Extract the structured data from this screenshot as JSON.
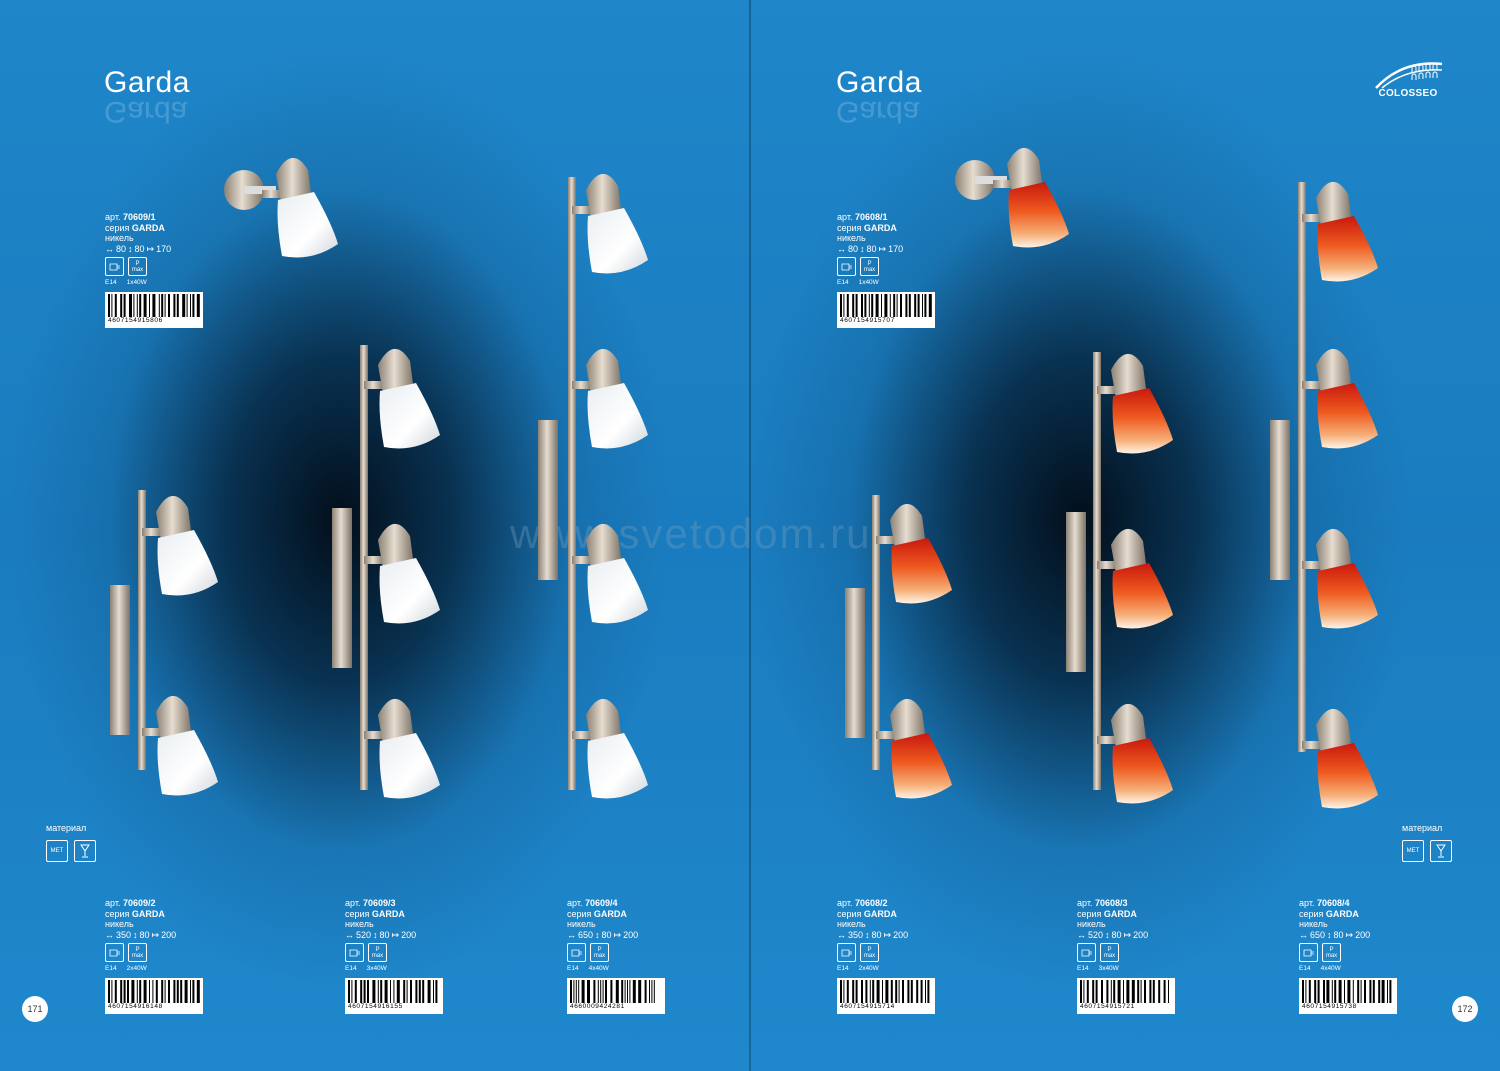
{
  "left": {
    "title": "Garda",
    "material_label": "материал",
    "page_number": "171"
  },
  "right": {
    "title": "Garda",
    "material_label": "материал",
    "page_number": "172"
  },
  "brand": {
    "logo_text": "COLOSSEO"
  },
  "watermark": "www.svetodom.ru",
  "material_icons": {
    "met": "MET",
    "glass_icon": "glass-icon"
  },
  "colors": {
    "background": "#1e86c9",
    "shade_white": "#ffffff",
    "shade_orange": "#e8441a",
    "nickel": "#b7aa9a"
  },
  "products": [
    {
      "art": "70609/1",
      "series": "GARDA",
      "finish": "никель",
      "w": "80",
      "h": "80",
      "d": "170",
      "p_label": "P",
      "max_label": "max",
      "socket": "E14",
      "power": "1x40W",
      "barcode": "4607154915806"
    },
    {
      "art": "70609/2",
      "series": "GARDA",
      "finish": "никель",
      "w": "350",
      "h": "80",
      "d": "200",
      "p_label": "P",
      "max_label": "max",
      "socket": "E14",
      "power": "2x40W",
      "barcode": "4607154916148"
    },
    {
      "art": "70609/3",
      "series": "GARDA",
      "finish": "никель",
      "w": "520",
      "h": "80",
      "d": "200",
      "p_label": "P",
      "max_label": "max",
      "socket": "E14",
      "power": "3x40W",
      "barcode": "4607154916155"
    },
    {
      "art": "70609/4",
      "series": "GARDA",
      "finish": "никель",
      "w": "650",
      "h": "80",
      "d": "200",
      "p_label": "P",
      "max_label": "max",
      "socket": "E14",
      "power": "4x40W",
      "barcode": "4660009424281"
    },
    {
      "art": "70608/1",
      "series": "GARDA",
      "finish": "никель",
      "w": "80",
      "h": "80",
      "d": "170",
      "p_label": "P",
      "max_label": "max",
      "socket": "E14",
      "power": "1x40W",
      "barcode": "4607154915707"
    },
    {
      "art": "70608/2",
      "series": "GARDA",
      "finish": "никель",
      "w": "350",
      "h": "80",
      "d": "200",
      "p_label": "P",
      "max_label": "max",
      "socket": "E14",
      "power": "2x40W",
      "barcode": "4607154915714"
    },
    {
      "art": "70608/3",
      "series": "GARDA",
      "finish": "никель",
      "w": "520",
      "h": "80",
      "d": "200",
      "p_label": "P",
      "max_label": "max",
      "socket": "E14",
      "power": "3x40W",
      "barcode": "4607154915721"
    },
    {
      "art": "70608/4",
      "series": "GARDA",
      "finish": "никель",
      "w": "650",
      "h": "80",
      "d": "200",
      "p_label": "P",
      "max_label": "max",
      "socket": "E14",
      "power": "4x40W",
      "barcode": "4607154915738"
    }
  ]
}
